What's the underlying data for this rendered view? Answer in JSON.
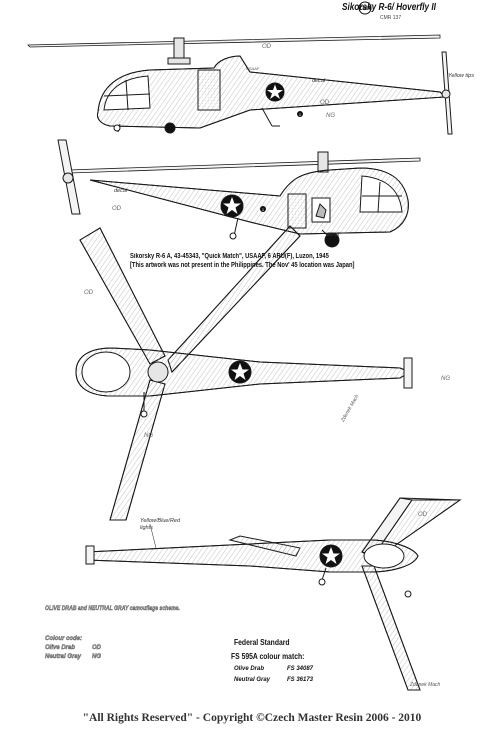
{
  "sheet": {
    "title": "Sikorsky R-6/ Hoverfly II",
    "code": "CMR 137",
    "logo_text": "CMR",
    "caption_lines": [
      "Sikorsky R-6 A, 43-45343, \"Quick Match\", USAAF, 6 ARU(F), Luzon, 1945",
      "[This artwork was not present in the Philippines. The Nov' 45 location was Japan]"
    ],
    "notes": {
      "yellow_tips": "Yellow tips",
      "decal": "decal",
      "lights": "Yellow/Blue/Red lights"
    },
    "callouts": [
      "OD",
      "OD",
      "NG",
      "OD",
      "OD",
      "NG",
      "NG",
      "OD"
    ],
    "markers": [
      "1",
      "1"
    ],
    "camouflage_note": "OLIVE DRAB and NEUTRAL GRAY camouflage scheme.",
    "colour_code": {
      "heading": "Colour code:",
      "items": [
        {
          "name": "Olive Drab",
          "code": "OD"
        },
        {
          "name": "Neutral Gray",
          "code": "NG"
        }
      ]
    },
    "federal_standard": {
      "heading": "Federal Standard",
      "subheading": "FS 595A colour match:",
      "rows": [
        {
          "name": "Olive Drab",
          "value": "FS 34087"
        },
        {
          "name": "Neutral Gray",
          "value": "FS 36173"
        }
      ]
    },
    "signatures": [
      "Zdenek Mach",
      "Zdenek Mach"
    ],
    "copyright": "\"All Rights Reserved\" - Copyright ©Czech Master Resin 2006 - 2010"
  },
  "colors": {
    "line": "#1a1a1a",
    "fill_drab": "#e6e6e6",
    "fill_gray": "#f4f4f4",
    "insignia": "#111111",
    "star": "#ffffff"
  }
}
